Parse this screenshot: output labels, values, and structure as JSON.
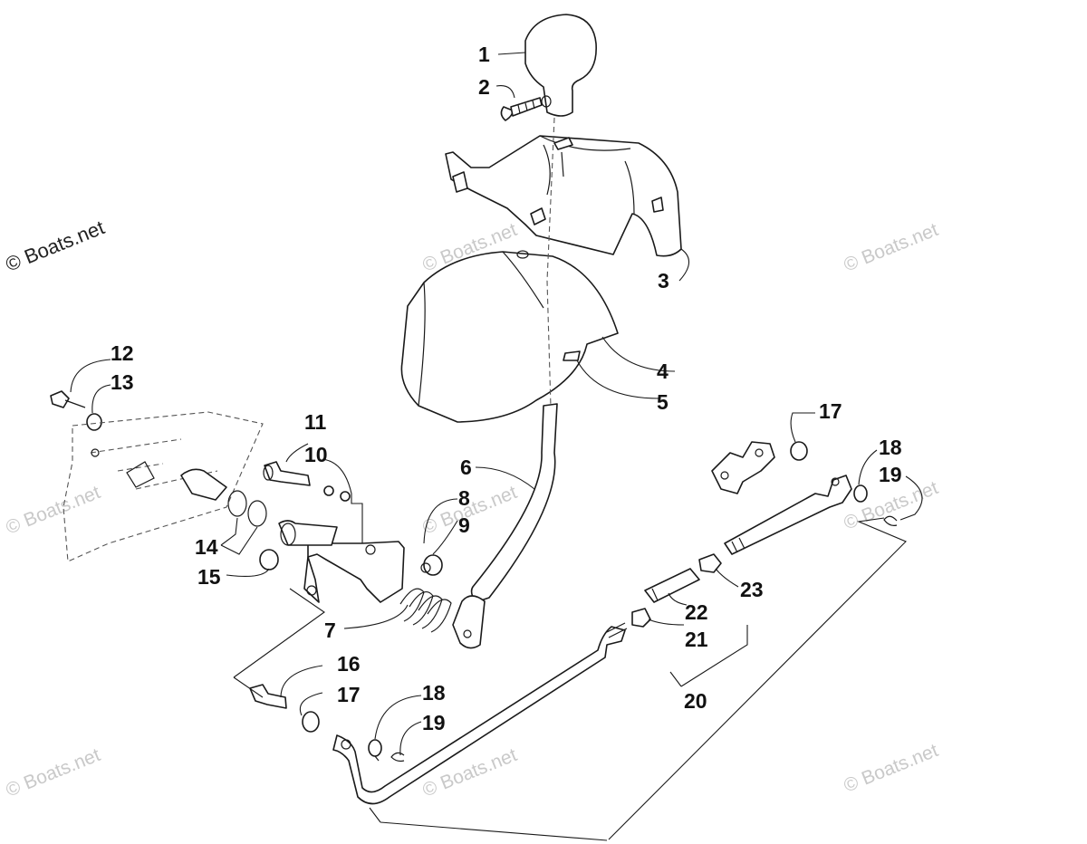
{
  "watermark": {
    "primary": "© Boats.net",
    "secondary": "© Boats.net"
  },
  "callouts": {
    "c1": "1",
    "c2": "2",
    "c3": "3",
    "c4": "4",
    "c5": "5",
    "c6": "6",
    "c7": "7",
    "c8": "8",
    "c9": "9",
    "c10": "10",
    "c11": "11",
    "c12": "12",
    "c13": "13",
    "c14": "14",
    "c15": "15",
    "c16": "16",
    "c17a": "17",
    "c17b": "17",
    "c18a": "18",
    "c18b": "18",
    "c19a": "19",
    "c19b": "19",
    "c20": "20",
    "c21": "21",
    "c22": "22",
    "c23": "23"
  }
}
